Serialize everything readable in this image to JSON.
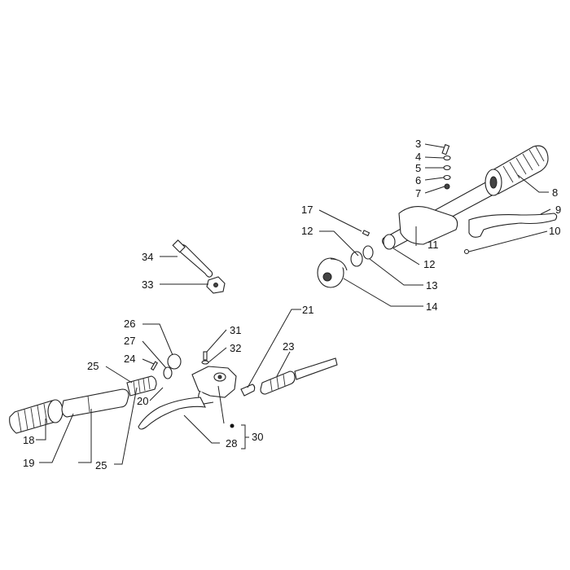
{
  "diagram": {
    "labels": {
      "l3": "3",
      "l4": "4",
      "l5": "5",
      "l6": "6",
      "l7": "7",
      "l8": "8",
      "l9": "9",
      "l10": "10",
      "l11": "11",
      "l12a": "12",
      "l12b": "12",
      "l13": "13",
      "l14": "14",
      "l17": "17",
      "l18": "18",
      "l19": "19",
      "l20": "20",
      "l21": "21",
      "l23": "23",
      "l24": "24",
      "l25a": "25",
      "l25b": "25",
      "l26": "26",
      "l27": "27",
      "l28": "28",
      "l30": "30",
      "l31": "31",
      "l32": "32",
      "l33": "33",
      "l34": "34"
    }
  }
}
